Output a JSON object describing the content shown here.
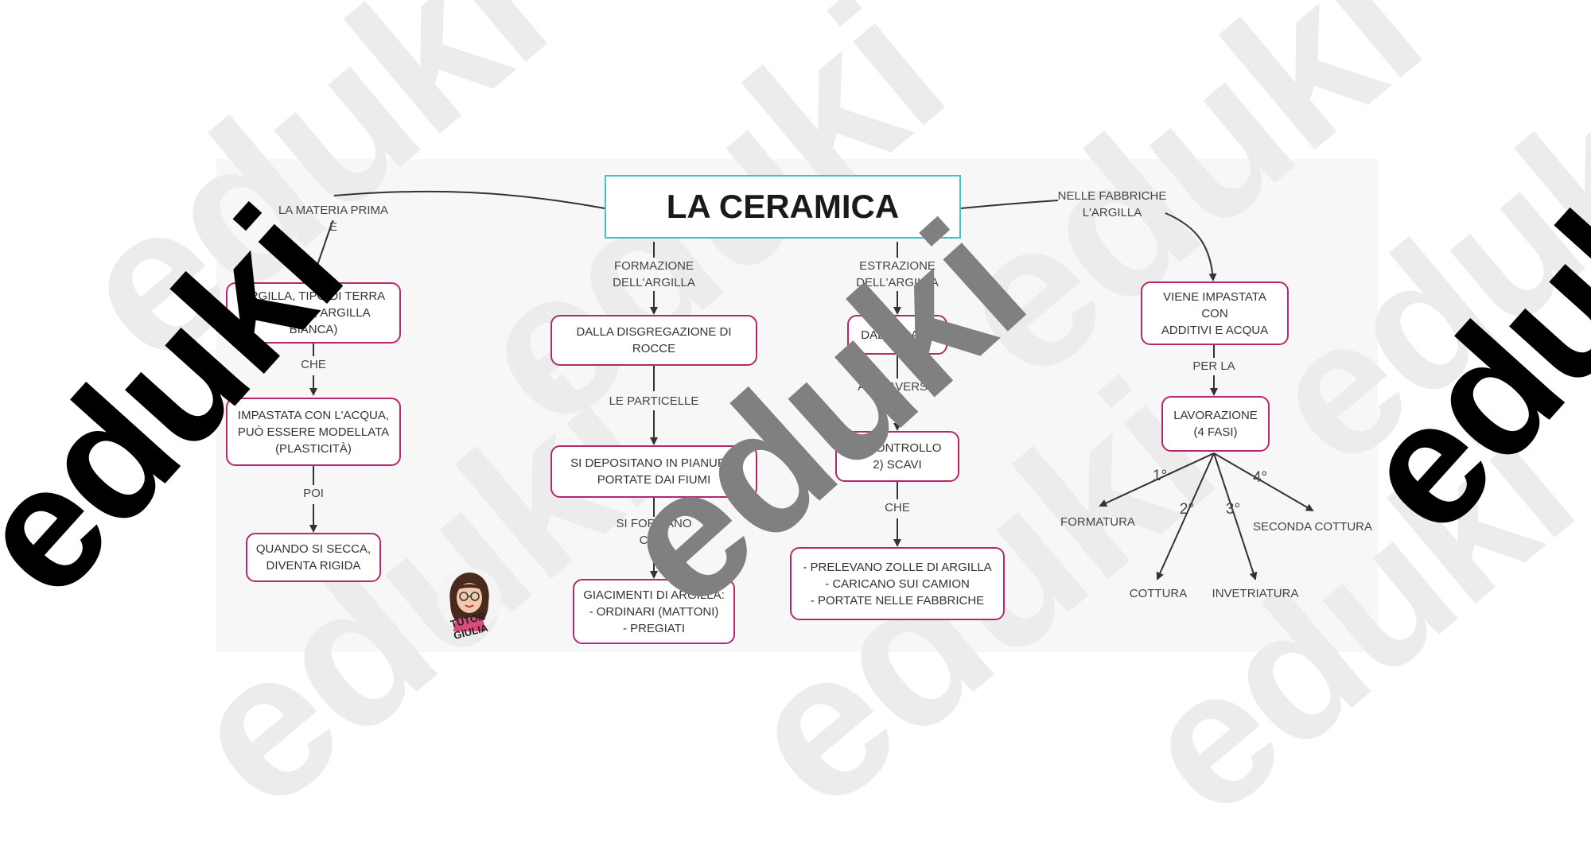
{
  "diagram": {
    "title": "LA CERAMICA",
    "branches": {
      "materia": {
        "edge_label": "LA MATERIA PRIMA\nÈ",
        "nodes": [
          "ARGILLA, TIPO DI TERRA\n(CAOLINO, ARGILLA BIANCA)",
          "IMPASTATA CON L'ACQUA,\nPUÒ ESSERE MODELLATA\n(PLASTICITÀ)",
          "QUANDO SI SECCA,\nDIVENTA RIGIDA"
        ],
        "links": [
          "CHE",
          "POI"
        ]
      },
      "formazione": {
        "edge_label": "FORMAZIONE\nDELL'ARGILLA",
        "nodes": [
          "DALLA DISGREGAZIONE DI ROCCE",
          "SI DEPOSITANO IN PIANURA,\nPORTATE DAI FIUMI",
          "GIACIMENTI DI ARGILLA:\n- ORDINARI (MATTONI)\n- PREGIATI"
        ],
        "links": [
          "LE PARTICELLE",
          "SI FORMANO\nCOSÌ"
        ]
      },
      "estrazione": {
        "edge_label": "ESTRAZIONE\nDELL'ARGILLA",
        "nodes": [
          "DALLE CAVE",
          "1) CONTROLLO\n2) SCAVI",
          "- PRELEVANO ZOLLE DI ARGILLA\n-  CARICANO SUI CAMION\n- PORTATE NELLE FABBRICHE"
        ],
        "links": [
          "ATTRAVERSO",
          "CHE"
        ]
      },
      "fabbriche": {
        "edge_label": "NELLE FABBRICHE\nL'ARGILLA",
        "nodes": [
          "VIENE IMPASTATA CON\nADDITIVI E ACQUA",
          "LAVORAZIONE\n(4 FASI)"
        ],
        "links": [
          "PER LA"
        ],
        "phases": [
          {
            "order": "1°",
            "name": "FORMATURA"
          },
          {
            "order": "2°",
            "name": "COTTURA"
          },
          {
            "order": "3°",
            "name": "INVETRIATURA"
          },
          {
            "order": "4°",
            "name": "SECONDA COTTURA"
          }
        ]
      }
    },
    "author": "TUTOR GIULIA"
  },
  "watermark": {
    "text": "eduki"
  },
  "colors": {
    "node_border": "#b5286e",
    "title_border": "#3cc4c4",
    "watermark_dark": "#000000",
    "watermark_gray": "#808080",
    "watermark_light": "#ececec"
  }
}
